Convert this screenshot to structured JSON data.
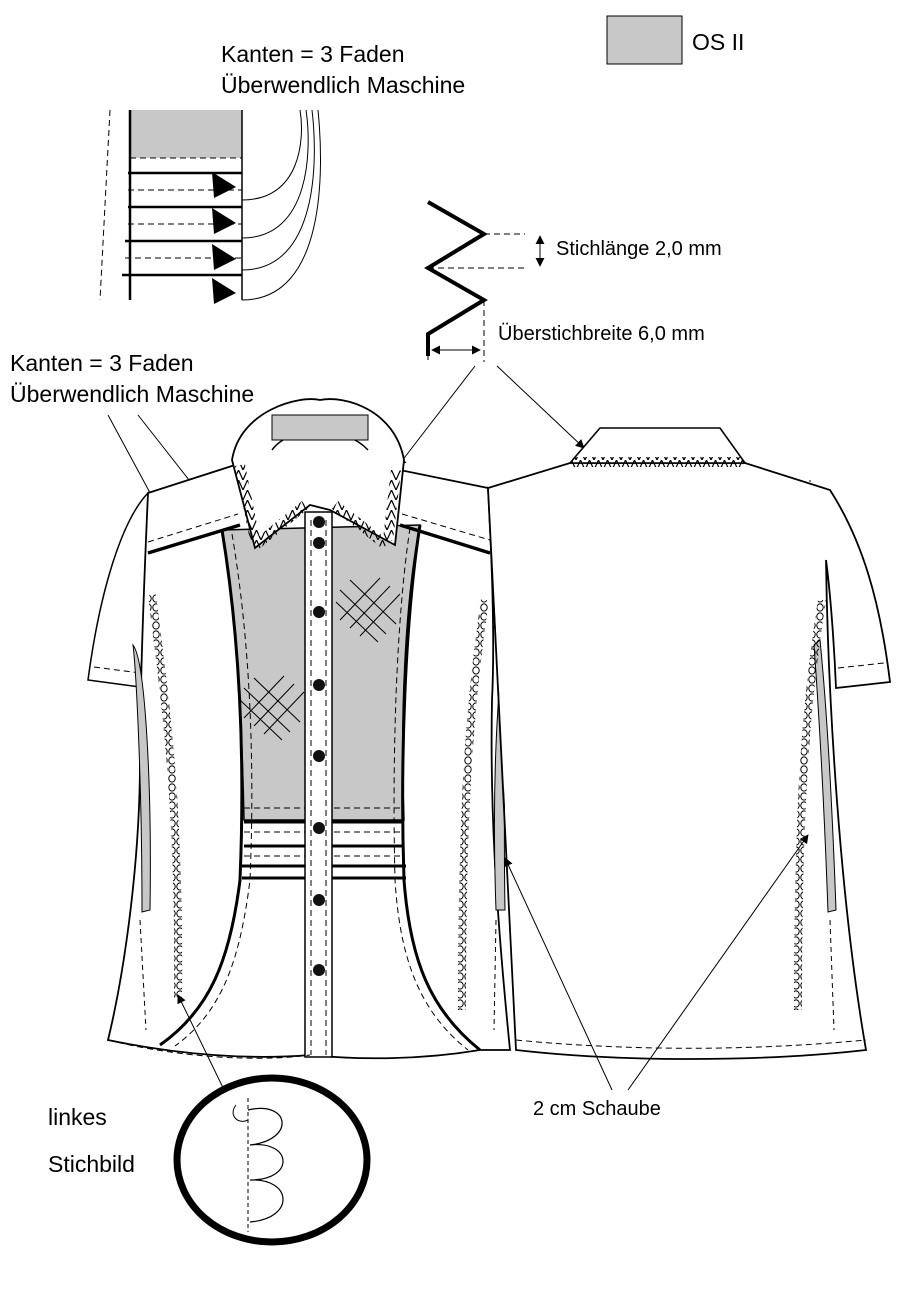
{
  "legend": {
    "swatch_label": "OS II",
    "swatch_color": "#c8c8c8"
  },
  "overlock_note_top": {
    "line1": "Kanten = 3 Faden",
    "line2": "Überwendlich Maschine"
  },
  "overlock_note_left": {
    "line1": "Kanten = 3 Faden",
    "line2": "Überwendlich Maschine"
  },
  "stitch_specs": {
    "length": "Stichlänge 2,0 mm",
    "width": "Überstichbreite 6,0 mm"
  },
  "detail_callout": {
    "line1": "linkes",
    "line2": "Stichbild"
  },
  "pleat_label": "2 cm Schaube",
  "colors": {
    "line": "#000000",
    "fill_grey": "#c8c8c8",
    "paper": "#ffffff"
  }
}
